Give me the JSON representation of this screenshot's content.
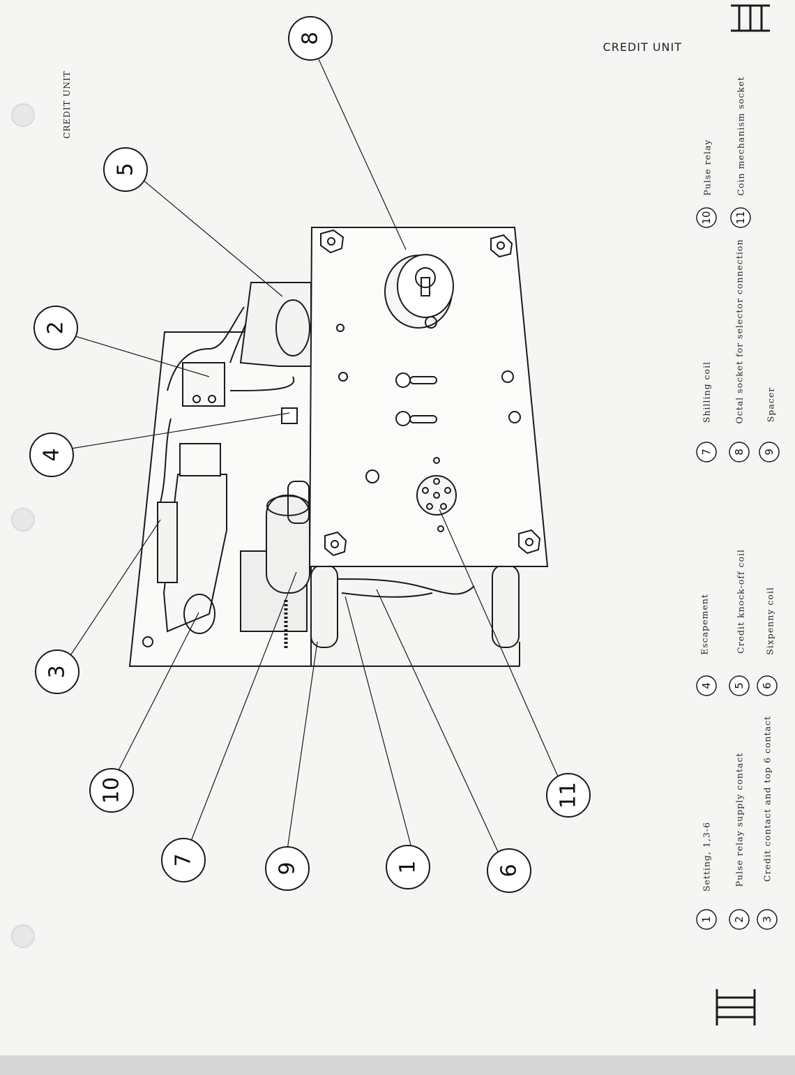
{
  "page": {
    "title_top": "CREDIT UNIT",
    "title_side": "CREDIT UNIT",
    "section_numeral": "III"
  },
  "callouts": [
    "1",
    "2",
    "3",
    "4",
    "5",
    "6",
    "7",
    "8",
    "9",
    "10",
    "11"
  ],
  "legend": [
    {
      "num": "1",
      "label": "Setting, 1,3-6"
    },
    {
      "num": "2",
      "label": "Pulse relay supply contact"
    },
    {
      "num": "3",
      "label": "Credit contact and top 6 contact"
    },
    {
      "num": "4",
      "label": "Escapement"
    },
    {
      "num": "5",
      "label": "Credit knock-off coil"
    },
    {
      "num": "6",
      "label": "Sixpenny coil"
    },
    {
      "num": "7",
      "label": "Shilling coil"
    },
    {
      "num": "8",
      "label": "Octal socket for selector connection"
    },
    {
      "num": "9",
      "label": "Spacer"
    },
    {
      "num": "10",
      "label": "Pulse relay"
    },
    {
      "num": "11",
      "label": "Coin mechanism socket"
    }
  ],
  "colors": {
    "ink": "#1a1a1a",
    "paper": "#f5f5f3"
  }
}
